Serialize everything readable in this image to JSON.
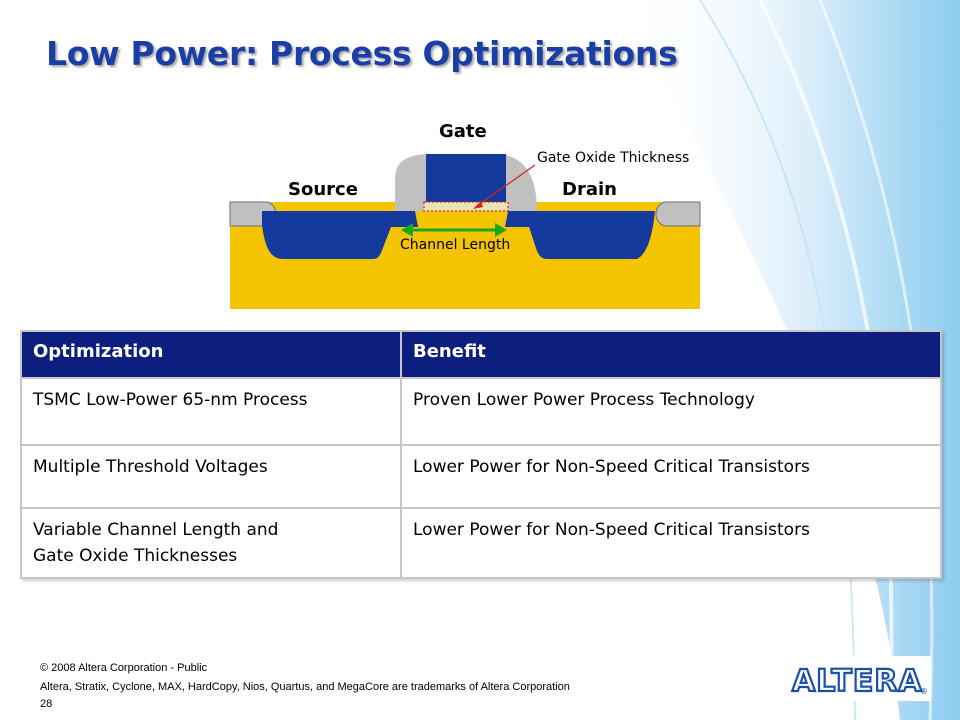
{
  "slide": {
    "title": "Low Power: Process Optimizations"
  },
  "diagram": {
    "gate_label": "Gate",
    "source_label": "Source",
    "drain_label": "Drain",
    "oxide_label": "Gate Oxide Thickness",
    "channel_label": "Channel Length",
    "colors": {
      "substrate": "#f5c400",
      "diffusion": "#153a9e",
      "spacer": "#c0c0c0",
      "arrow": "#1aa81a",
      "oxide": "#e02020"
    }
  },
  "table": {
    "headers": [
      "Optimization",
      "Benefit"
    ],
    "rows": [
      {
        "optimization": [
          "TSMC Low-Power 65-nm Process"
        ],
        "benefit": "Proven Lower Power Process Technology"
      },
      {
        "optimization": [
          "Multiple Threshold Voltages"
        ],
        "benefit": "Lower Power for Non-Speed Critical Transistors"
      },
      {
        "optimization": [
          "Variable Channel Length and",
          "Gate Oxide Thicknesses"
        ],
        "benefit": "Lower Power for Non-Speed Critical Transistors"
      }
    ]
  },
  "footer": {
    "copyright": "© 2008 Altera Corporation - Public",
    "trademarks": "Altera, Stratix, Cyclone, MAX, HardCopy, Nios, Quartus, and MegaCore are trademarks of Altera Corporation",
    "page_number": "28"
  },
  "logo": {
    "text": "ALTERA",
    "registered": "®"
  }
}
